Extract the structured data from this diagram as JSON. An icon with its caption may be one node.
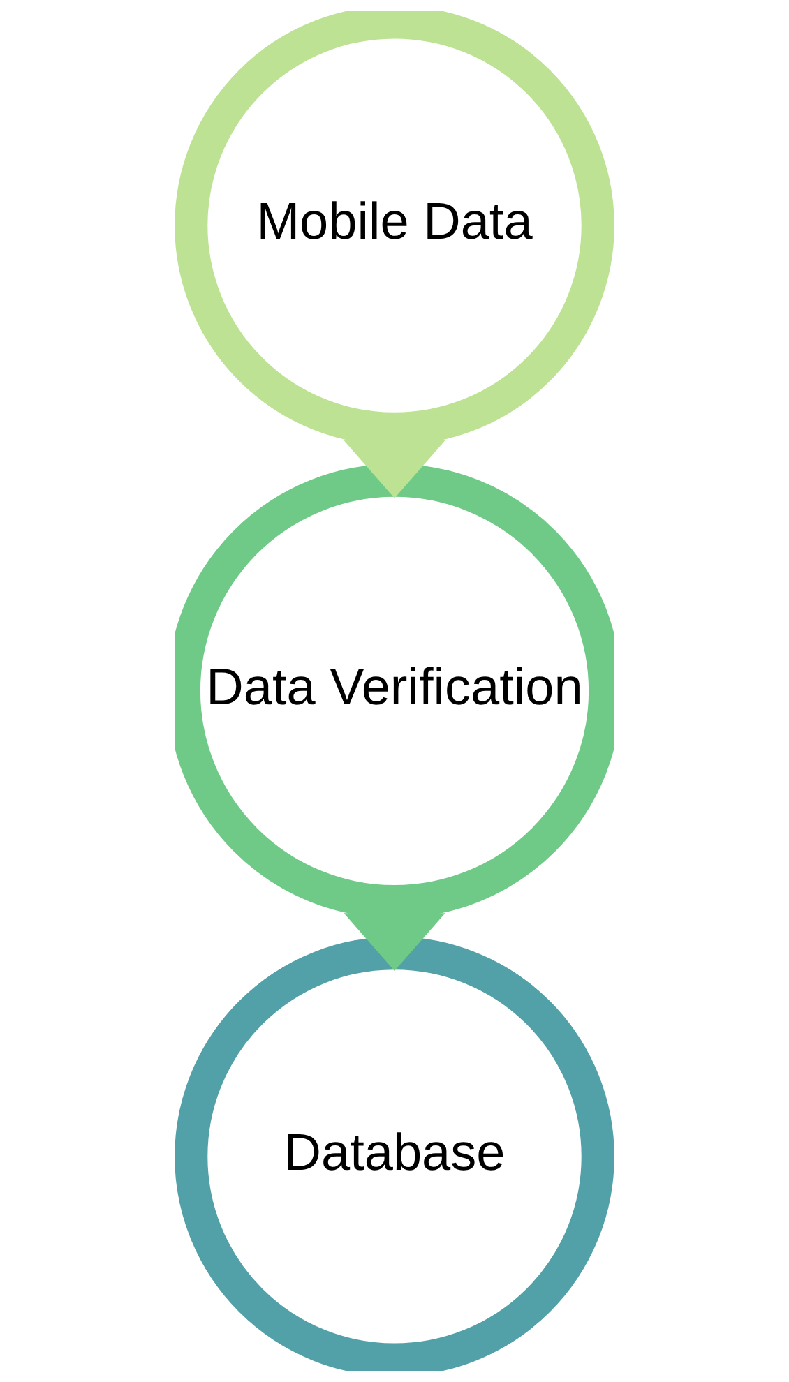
{
  "diagram": {
    "nodes": [
      {
        "text": [
          "Mobile Data"
        ]
      },
      {
        "text": [
          "Data Verification"
        ]
      },
      {
        "text": [
          "Database"
        ]
      }
    ],
    "edges": [
      {
        "from": 0,
        "to": 1,
        "arrow": "to",
        "style": "thick",
        "color": "#bde293"
      },
      {
        "from": 1,
        "to": 2,
        "arrow": "to",
        "style": "thick",
        "color": "#6fc987"
      }
    ]
  }
}
